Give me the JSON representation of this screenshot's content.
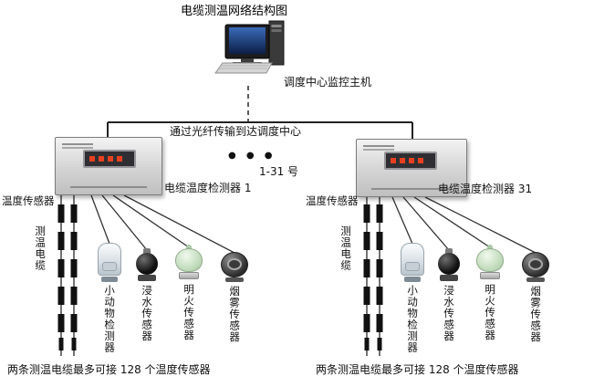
{
  "title": "电缆测温网络结构图",
  "host_label": "调度中心监控主机",
  "fiber_label": "通过光纤传输到达调度中心",
  "ellipsis_dots": "● ● ●",
  "range_label": "1-31 号",
  "device1_label": "电缆温度检测器 1",
  "device31_label": "电缆温度检测器 31",
  "groups": [
    {
      "temp_sensor_label": "温度传感器",
      "cable_label": "测温电缆",
      "sensors": [
        {
          "name": "小动物检测器"
        },
        {
          "name": "浸水传感器"
        },
        {
          "name": "明火传感器"
        },
        {
          "name": "烟雾传感器"
        }
      ],
      "note": "两条测温电缆最多可接 128 个温度传感器"
    },
    {
      "temp_sensor_label": "温度传感器",
      "cable_label": "测温电缆",
      "sensors": [
        {
          "name": "小动物检测器"
        },
        {
          "name": "浸水传感器"
        },
        {
          "name": "明火传感器"
        },
        {
          "name": "烟雾传感器"
        }
      ],
      "note": "两条测温电缆最多可接 128 个温度传感器"
    }
  ]
}
